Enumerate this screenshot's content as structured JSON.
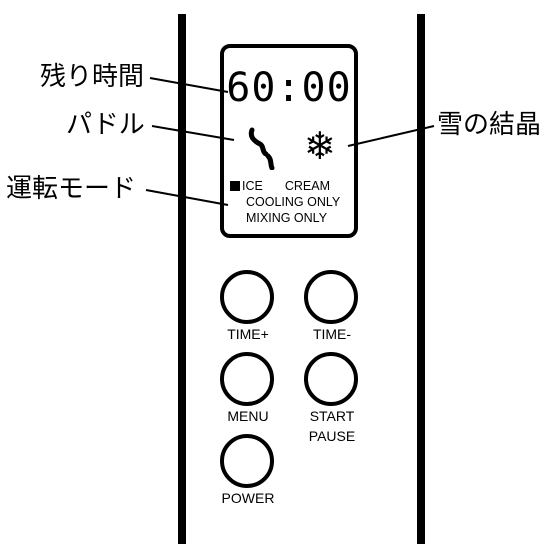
{
  "display": {
    "time": "60:00",
    "paddle_icon": "paddle-icon",
    "snow_icon": "snowflake-icon",
    "snow_glyph": "❄",
    "modes": {
      "ice": "ICE",
      "cream": "CREAM",
      "cooling": "COOLING ONLY",
      "mixing": "MIXING ONLY"
    }
  },
  "callouts": {
    "remaining_time": "残り時間",
    "paddle": "パドル",
    "mode": "運転モード",
    "snow_crystal": "雪の結晶"
  },
  "buttons": {
    "time_plus": "TIME+",
    "time_minus": "TIME-",
    "menu": "MENU",
    "start": "START",
    "pause": "PAUSE",
    "power": "POWER"
  }
}
